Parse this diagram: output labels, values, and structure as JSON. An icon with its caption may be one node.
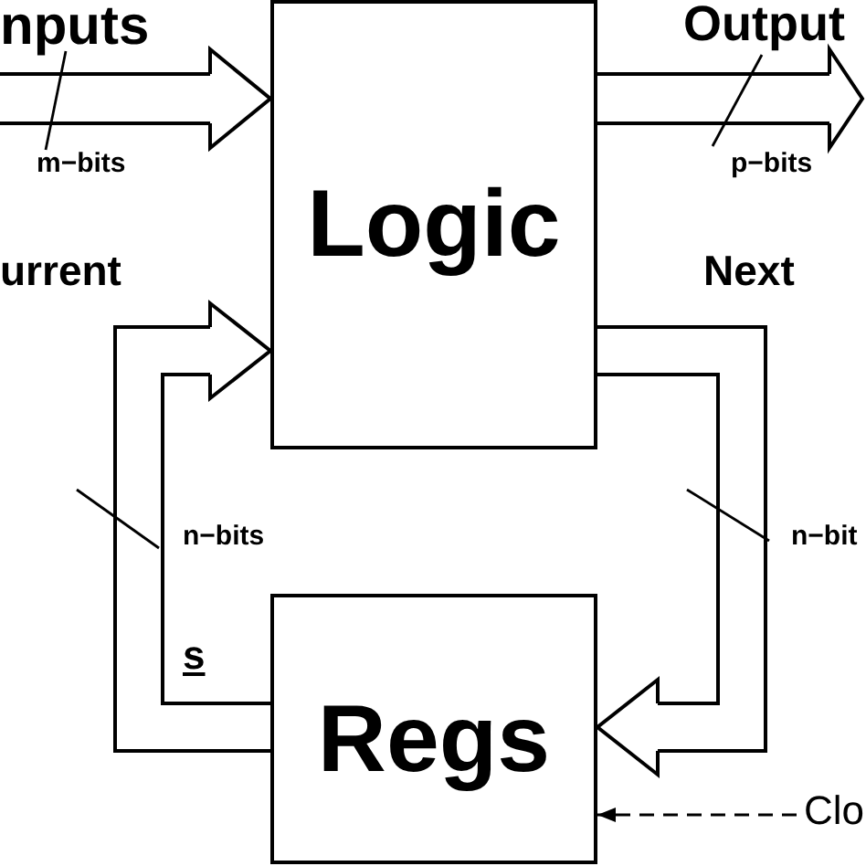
{
  "diagram": {
    "nodes": [
      {
        "text": [
          "Logic"
        ]
      },
      {
        "text": [
          "Regs"
        ]
      },
      {
        "text": [
          "Clo"
        ]
      }
    ],
    "edges": [
      {
        "from": null,
        "to": 0,
        "arrow": "to"
      },
      {
        "from": 0,
        "to": null,
        "arrow": "to"
      },
      {
        "from": 1,
        "to": 0,
        "arrow": "to"
      },
      {
        "from": 0,
        "to": 1,
        "arrow": "to"
      },
      {
        "from": 2,
        "to": 1,
        "arrow": "to",
        "style": "dashed"
      }
    ],
    "labels": [
      "nputs",
      "Output",
      "m−bits",
      "p−bits",
      "urrent",
      "Next",
      "n−bits",
      "s",
      "n−bit"
    ]
  }
}
